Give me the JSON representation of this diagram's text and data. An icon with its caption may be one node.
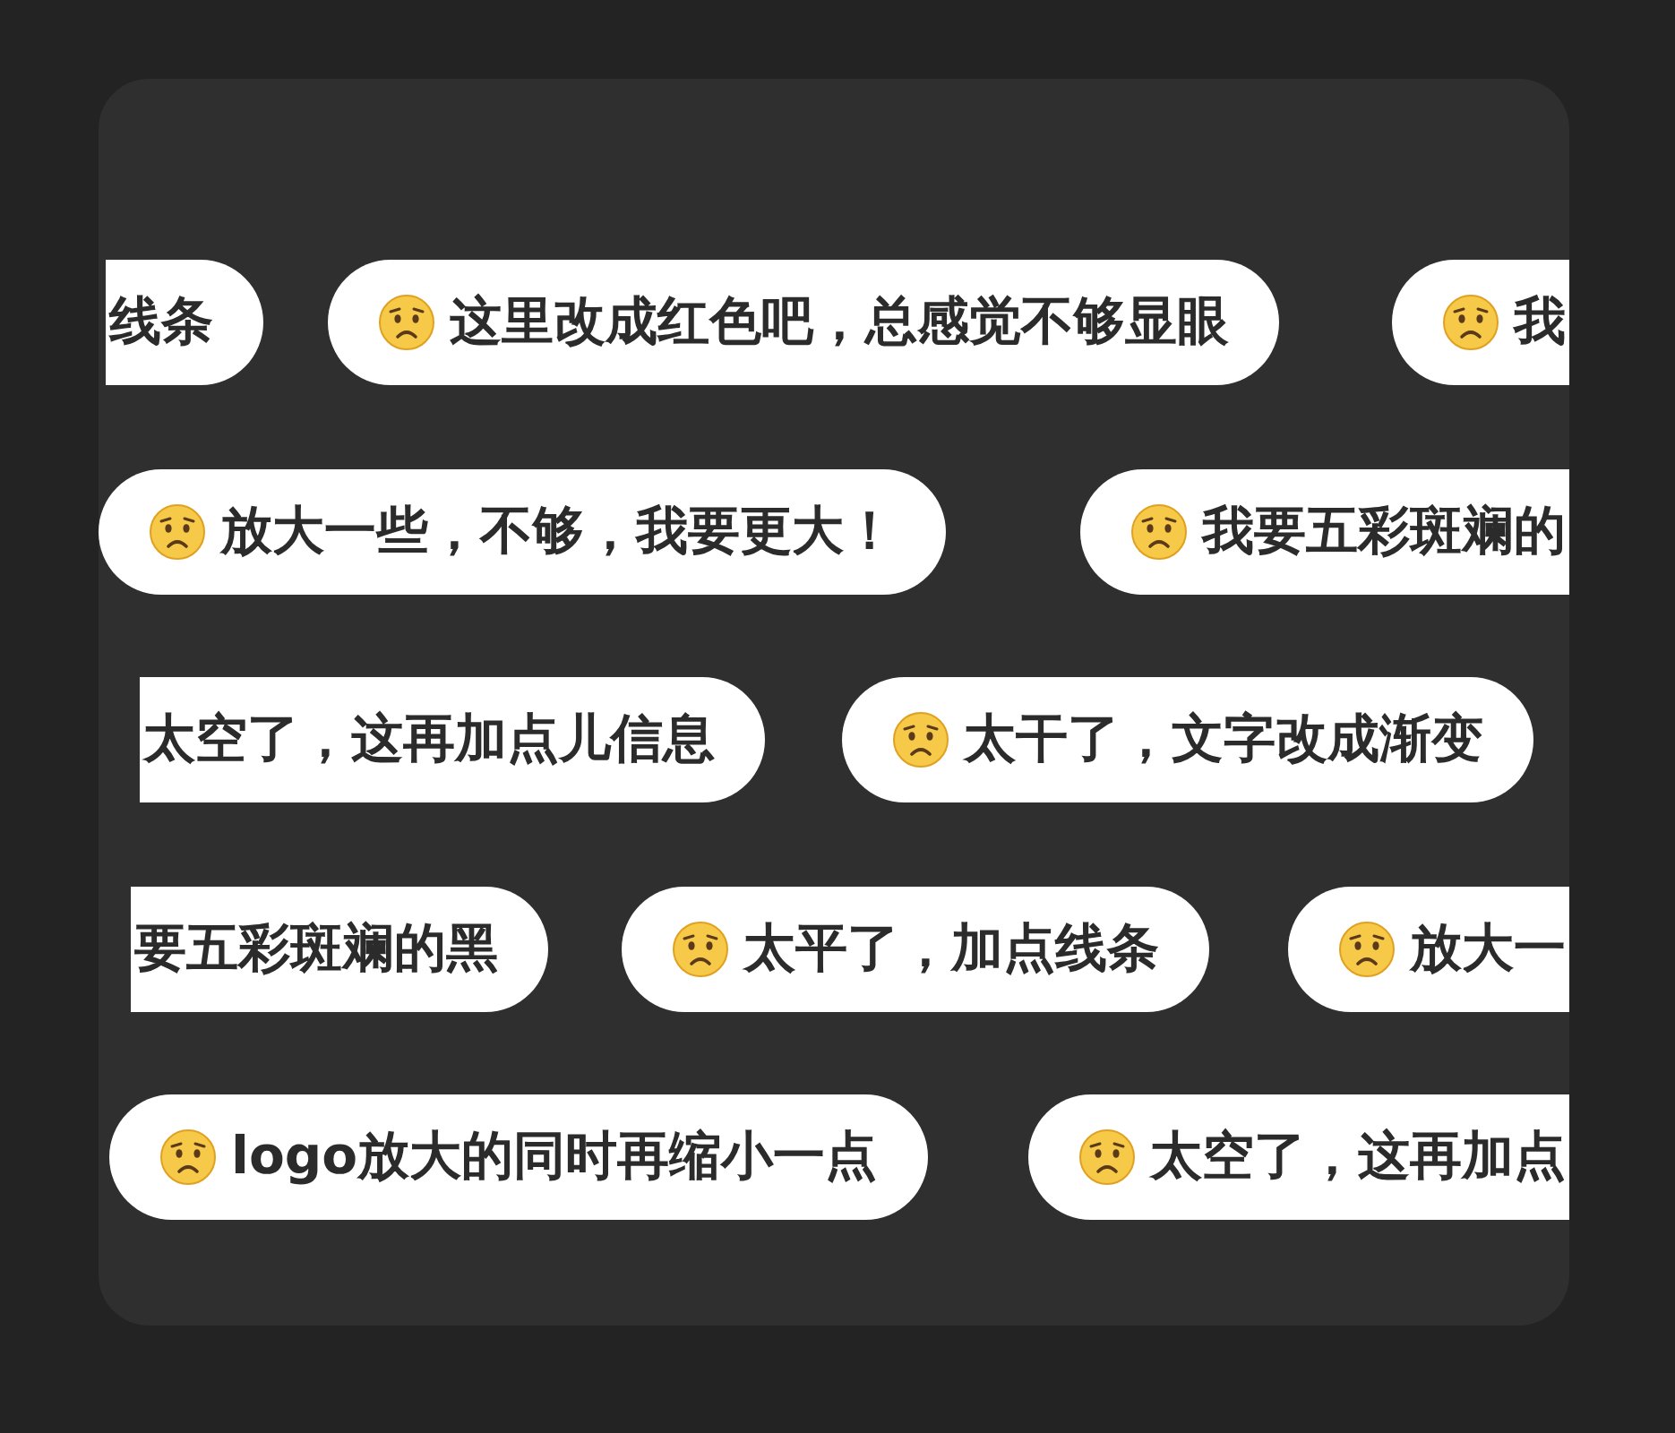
{
  "diagram": {
    "nodes": [
      {
        "text": [
          "线条"
        ]
      },
      {
        "text": [
          "这里改成红色吧，总感觉不够显眼"
        ]
      },
      {
        "text": [
          "我"
        ]
      },
      {
        "text": [
          "放大一些，不够，我要更大！"
        ]
      },
      {
        "text": [
          "我要五彩斑斓的"
        ]
      },
      {
        "text": [
          "太空了，这再加点儿信息"
        ]
      },
      {
        "text": [
          "太干了，文字改成渐变"
        ]
      },
      {
        "text": [
          "要五彩斑斓的黑"
        ]
      },
      {
        "text": [
          "太平了，加点线条"
        ]
      },
      {
        "text": [
          "放大一"
        ]
      },
      {
        "text": [
          "logo放大的同时再缩小一点"
        ]
      },
      {
        "text": [
          "太空了，这再加点"
        ]
      }
    ]
  }
}
